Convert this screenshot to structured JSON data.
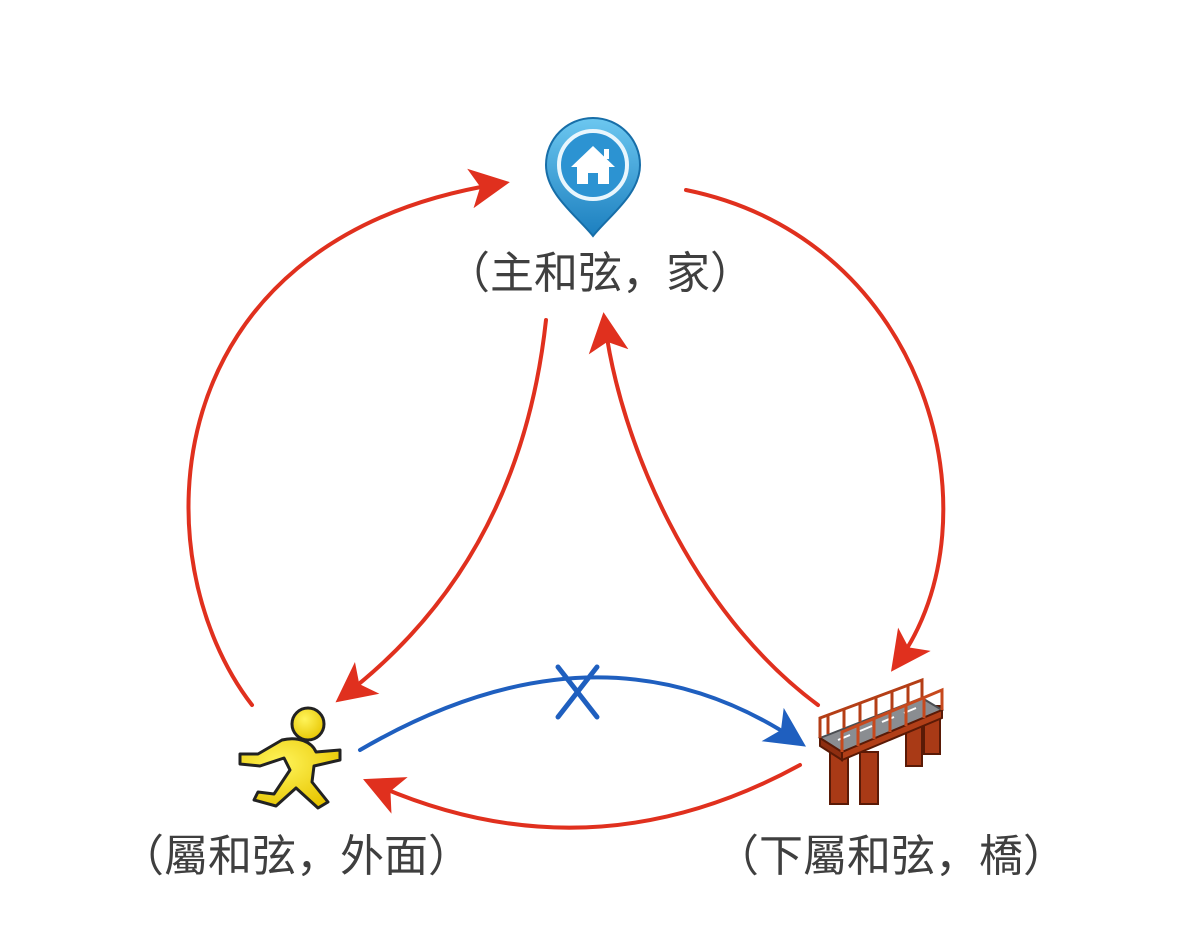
{
  "nodes": {
    "home": {
      "label": "（主和弦，家）",
      "icon": "home-pin-icon"
    },
    "outside": {
      "label": "（屬和弦，外面）",
      "icon": "running-man-icon"
    },
    "bridge": {
      "label": "（下屬和弦，橋）",
      "icon": "bridge-icon"
    }
  },
  "edges": [
    {
      "from": "home",
      "to": "outside",
      "color": "#e0301e"
    },
    {
      "from": "home",
      "to": "bridge",
      "color": "#e0301e"
    },
    {
      "from": "outside",
      "to": "home",
      "color": "#e0301e"
    },
    {
      "from": "bridge",
      "to": "home",
      "color": "#e0301e"
    },
    {
      "from": "bridge",
      "to": "outside",
      "color": "#e0301e"
    },
    {
      "from": "outside",
      "to": "bridge",
      "color": "#1f5fbf",
      "blocked": true,
      "mark": "X"
    }
  ],
  "colors": {
    "allowed": "#e0301e",
    "blocked": "#1f5fbf",
    "text": "#3f3f3f"
  }
}
